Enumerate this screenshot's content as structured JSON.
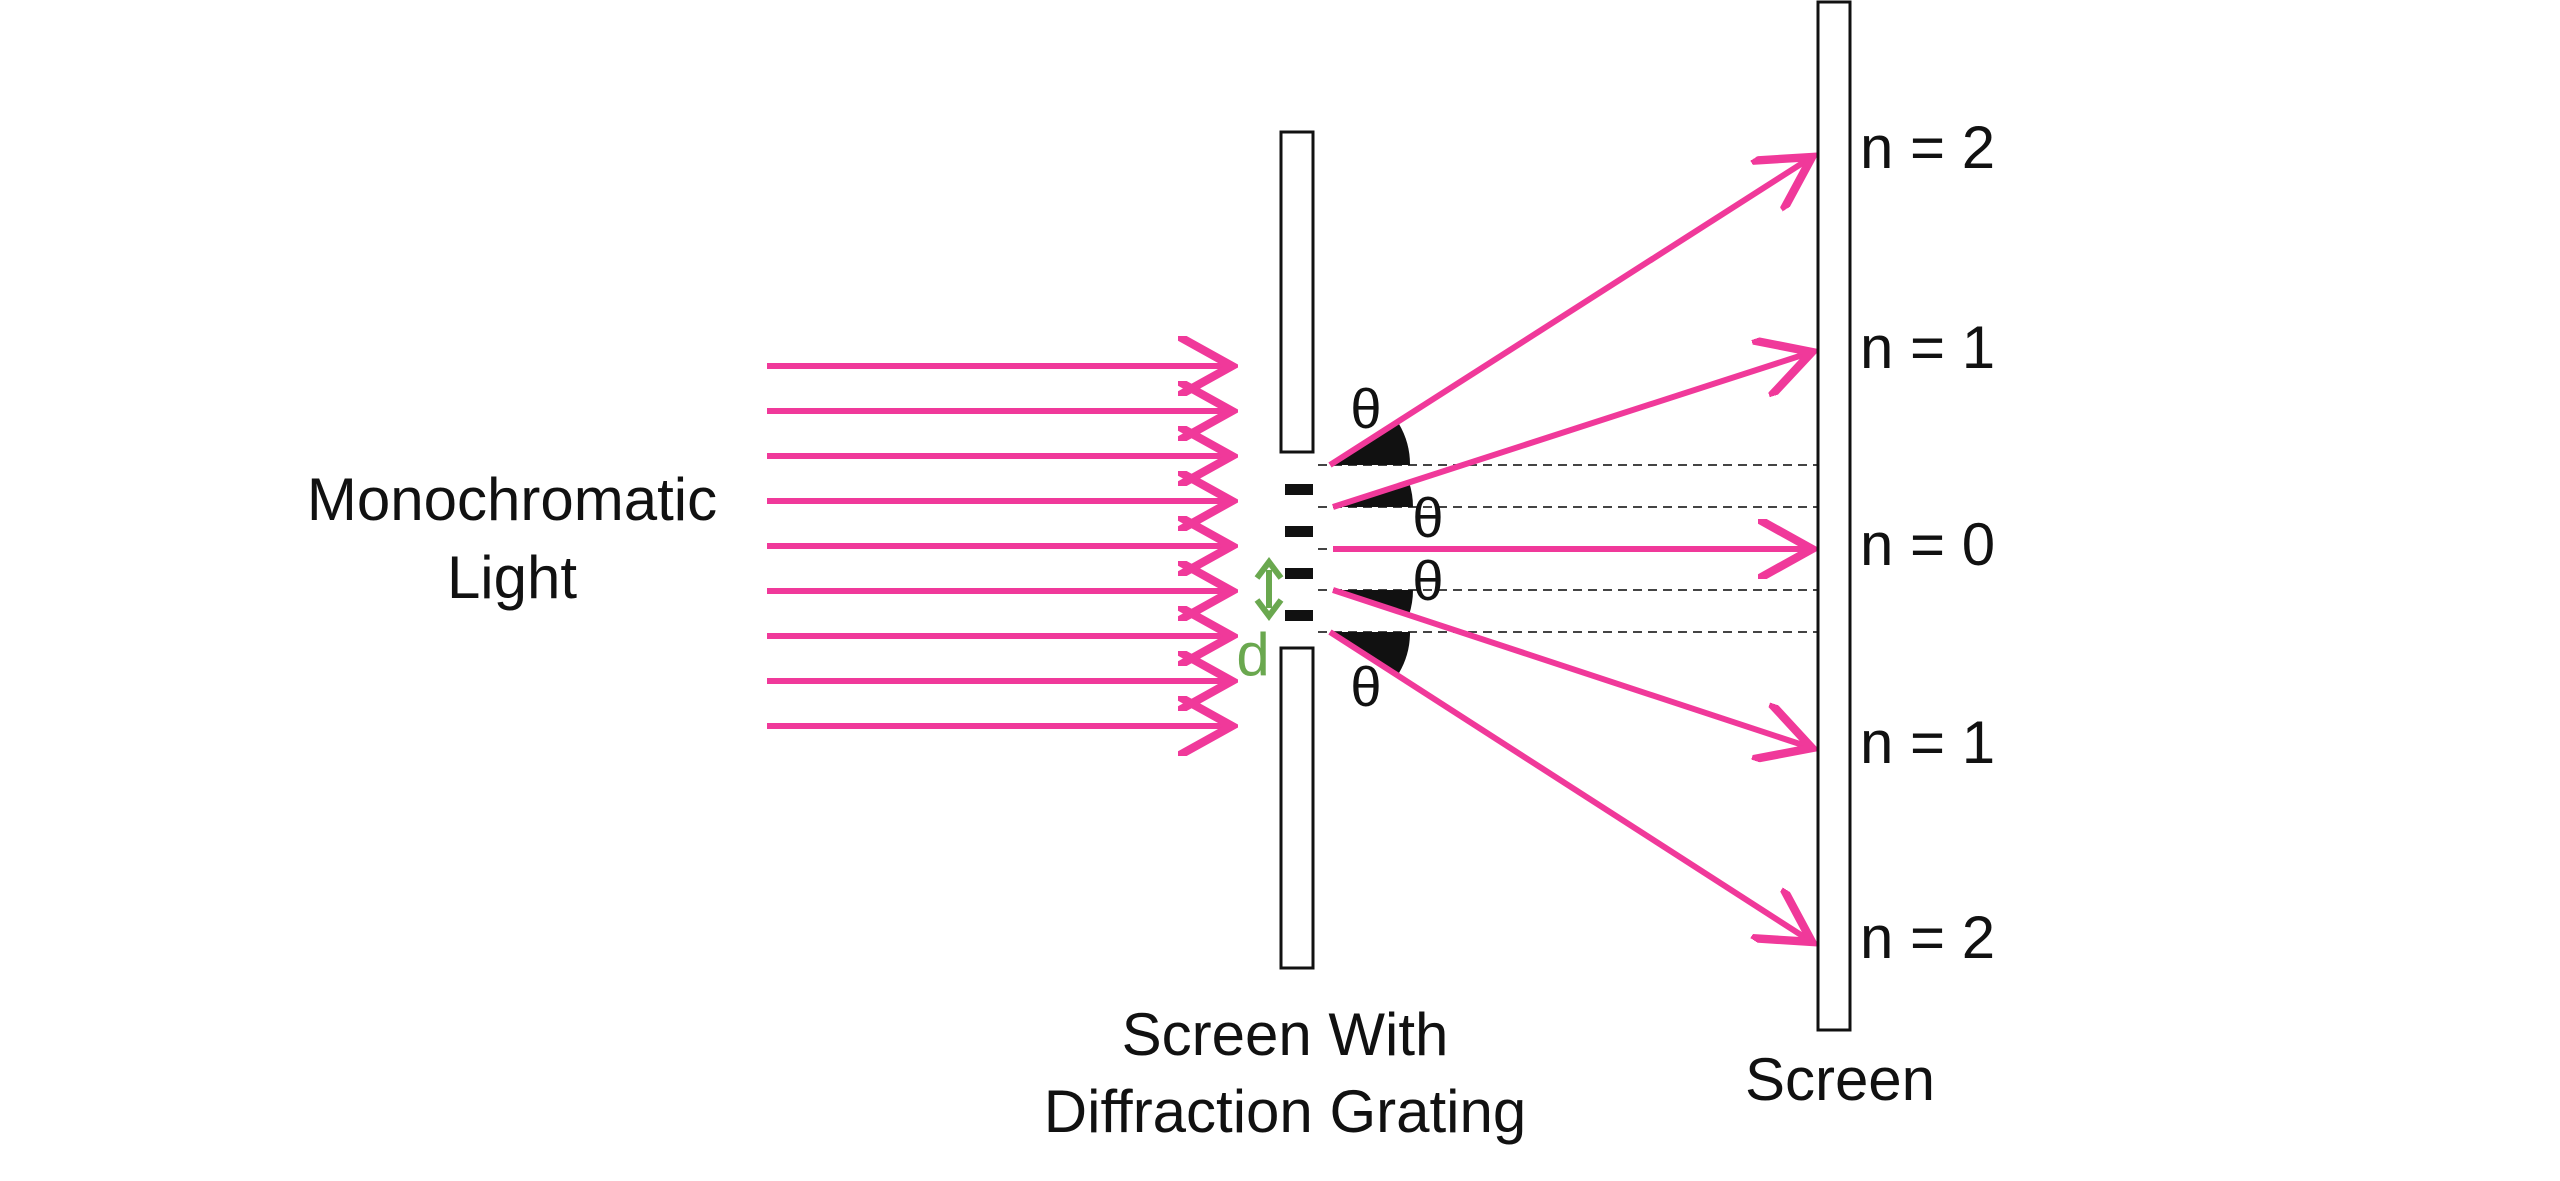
{
  "diagram": {
    "light_label_line1": "Monochromatic",
    "light_label_line2": "Light",
    "grating_label_line1": "Screen With",
    "grating_label_line2": "Diffraction Grating",
    "screen_label": "Screen",
    "spacing_label": "d",
    "angle_symbol": "θ",
    "orders": {
      "top_2": "n = 2",
      "top_1": "n = 1",
      "center": "n = 0",
      "bottom_1": "n = 1",
      "bottom_2": "n = 2"
    },
    "incident_ray_count": 9,
    "slit_count": 4,
    "colors": {
      "ray": "#f0399a",
      "spacing": "#6aa84f",
      "outline": "#111111",
      "guide": "#444444"
    }
  }
}
